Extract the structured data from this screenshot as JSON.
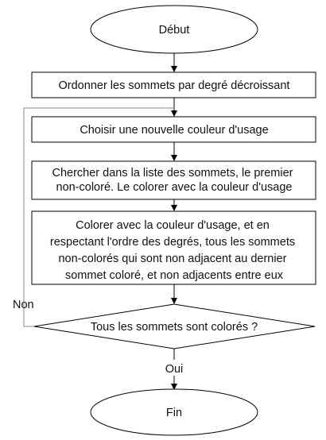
{
  "diagram": {
    "start": {
      "label": "Début"
    },
    "steps": [
      {
        "lines": [
          "Ordonner les sommets par degré décroissant"
        ]
      },
      {
        "lines": [
          "Choisir une nouvelle couleur d'usage"
        ]
      },
      {
        "lines": [
          "Chercher dans la liste des sommets, le premier",
          "non-coloré. Le colorer avec la couleur d'usage"
        ]
      },
      {
        "lines": [
          "Colorer avec la couleur d'usage, et en",
          "respectant l'ordre des degrés, tous les sommets",
          "non-colorés qui sont non adjacent au dernier",
          "sommet coloré, et non adjacents entre eux"
        ]
      }
    ],
    "decision": {
      "label": "Tous les sommets sont colorés ?"
    },
    "edge_labels": {
      "no": "Non",
      "yes": "Oui"
    },
    "end": {
      "label": "Fin"
    }
  }
}
